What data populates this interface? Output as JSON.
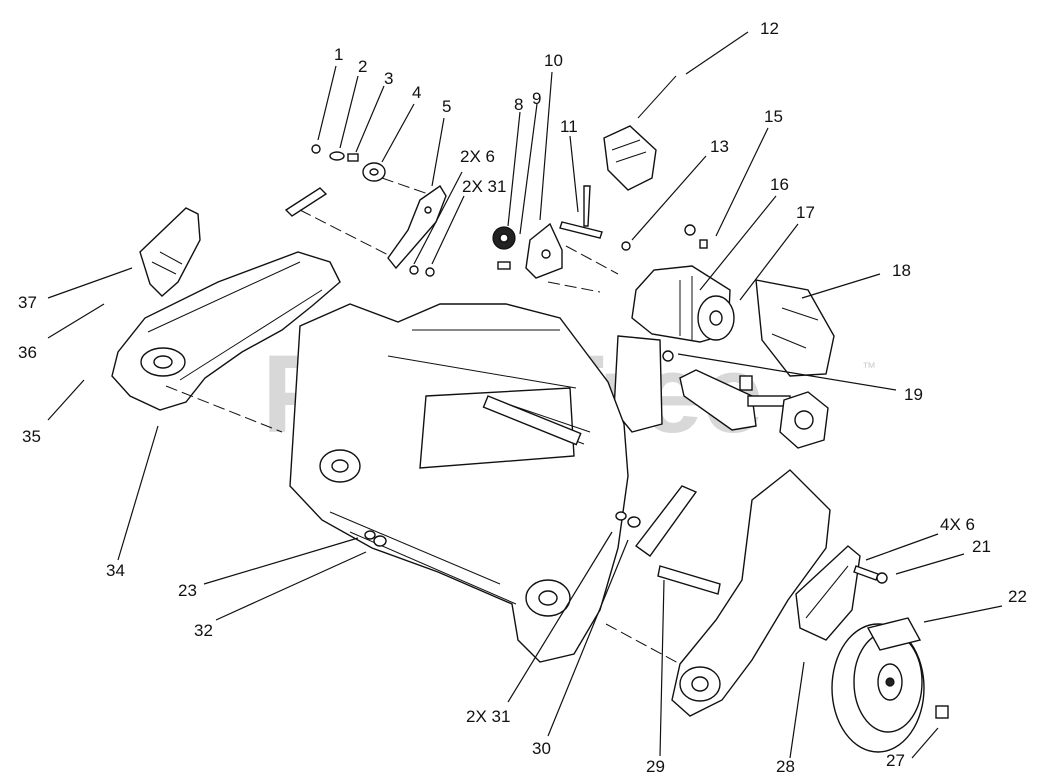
{
  "watermark": {
    "text": "PartsTree",
    "trademark": "™"
  },
  "callouts": [
    "1",
    "2",
    "3",
    "4",
    "5",
    "2X 6",
    "2X 31",
    "8",
    "9",
    "10",
    "11",
    "12",
    "13",
    "15",
    "16",
    "17",
    "18",
    "19",
    "37",
    "36",
    "35",
    "34",
    "23",
    "32",
    "2X 31",
    "30",
    "29",
    "28",
    "27",
    "22",
    "21",
    "4X 6"
  ]
}
